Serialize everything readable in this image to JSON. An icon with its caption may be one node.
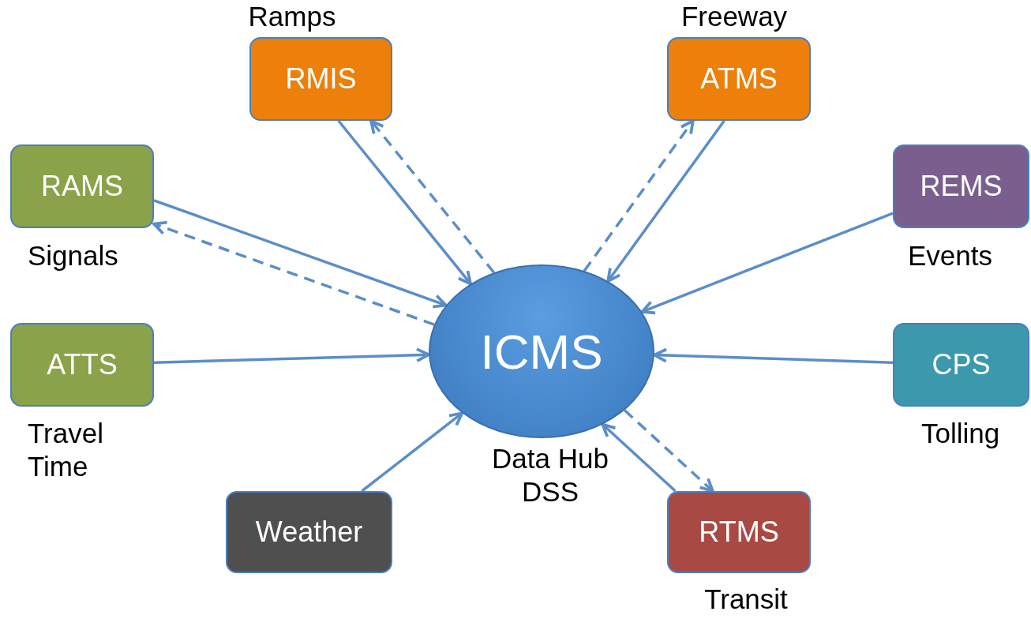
{
  "diagram": {
    "nodes": [
      {
        "text": [
          "ICMS"
        ],
        "beside": [
          "Data Hub DSS"
        ]
      },
      {
        "text": [
          "RMIS"
        ],
        "beside": [
          "Ramps"
        ]
      },
      {
        "text": [
          "ATMS"
        ],
        "beside": [
          "Freeway"
        ]
      },
      {
        "text": [
          "RAMS"
        ],
        "beside": [
          "Signals"
        ]
      },
      {
        "text": [
          "REMS"
        ],
        "beside": [
          "Events"
        ]
      },
      {
        "text": [
          "ATTS"
        ],
        "beside": [
          "Travel Time"
        ]
      },
      {
        "text": [
          "CPS"
        ],
        "beside": [
          "Tolling"
        ]
      },
      {
        "text": [
          "Weather"
        ]
      },
      {
        "text": [
          "RTMS"
        ],
        "beside": [
          "Transit"
        ]
      }
    ],
    "edges": [
      {
        "from": 1,
        "to": 0,
        "arrow": "to"
      },
      {
        "from": 0,
        "to": 1,
        "arrow": "to",
        "style": "dashed"
      },
      {
        "from": 2,
        "to": 0,
        "arrow": "to"
      },
      {
        "from": 0,
        "to": 2,
        "arrow": "to",
        "style": "dashed"
      },
      {
        "from": 3,
        "to": 0,
        "arrow": "to"
      },
      {
        "from": 0,
        "to": 3,
        "arrow": "to",
        "style": "dashed"
      },
      {
        "from": 4,
        "to": 0,
        "arrow": "to"
      },
      {
        "from": 5,
        "to": 0,
        "arrow": "to"
      },
      {
        "from": 6,
        "to": 0,
        "arrow": "to"
      },
      {
        "from": 7,
        "to": 0,
        "arrow": "to"
      },
      {
        "from": 8,
        "to": 0,
        "arrow": "to"
      },
      {
        "from": 0,
        "to": 8,
        "arrow": "to",
        "style": "dashed"
      }
    ]
  }
}
